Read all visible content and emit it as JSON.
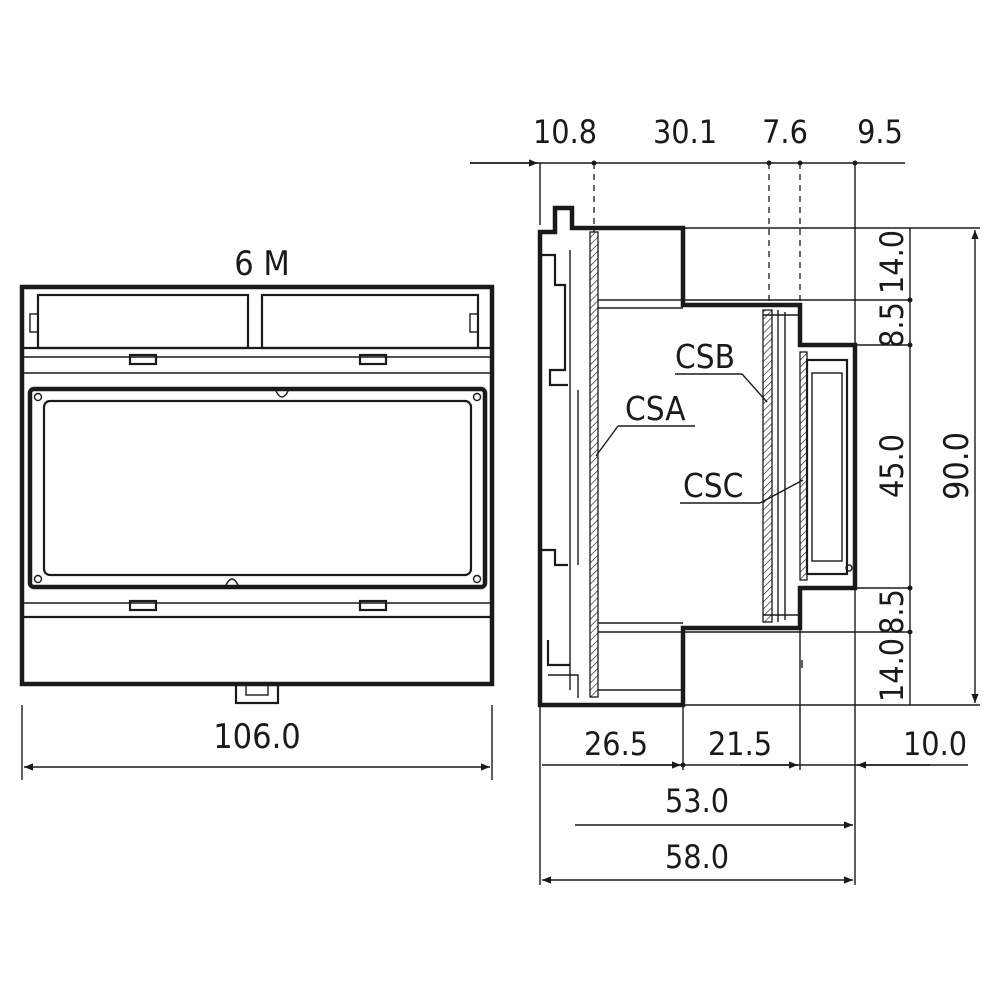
{
  "front_view": {
    "title": "6 M",
    "width_label": "106.0"
  },
  "side_view": {
    "top_dims": [
      "10.8",
      "30.1",
      "7.6",
      "9.5"
    ],
    "right_dims": [
      "14.0",
      "8.5",
      "45.0",
      "8.5",
      "14.0"
    ],
    "overall_height": "90.0",
    "bottom_dims": {
      "d1": "26.5",
      "d2": "21.5",
      "d3": "10.0",
      "d4": "53.0",
      "d5": "58.0"
    },
    "callouts": {
      "csa": "CSA",
      "csb": "CSB",
      "csc": "CSC"
    }
  }
}
